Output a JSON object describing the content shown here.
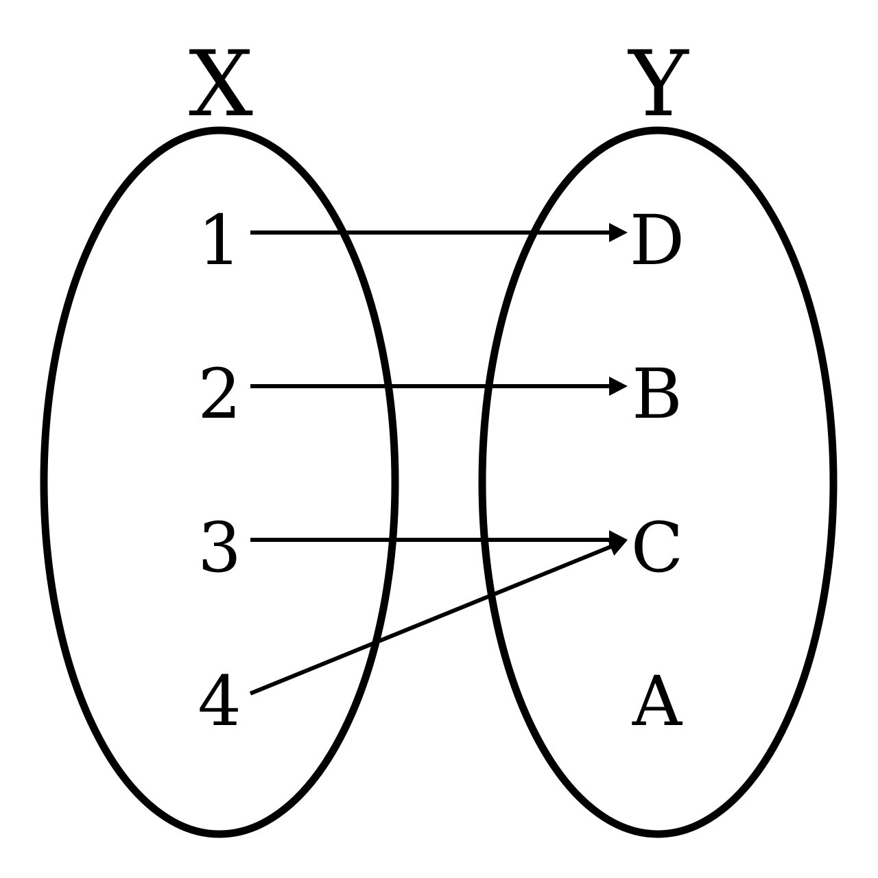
{
  "domain_set": {
    "label": "X",
    "elements": [
      "1",
      "2",
      "3",
      "4"
    ]
  },
  "codomain_set": {
    "label": "Y",
    "elements": [
      "D",
      "B",
      "C",
      "A"
    ]
  },
  "mappings": [
    {
      "from": "1",
      "to": "D"
    },
    {
      "from": "2",
      "to": "B"
    },
    {
      "from": "3",
      "to": "C"
    },
    {
      "from": "4",
      "to": "C"
    }
  ],
  "colors": {
    "stroke": "#000000",
    "background": "#ffffff"
  }
}
